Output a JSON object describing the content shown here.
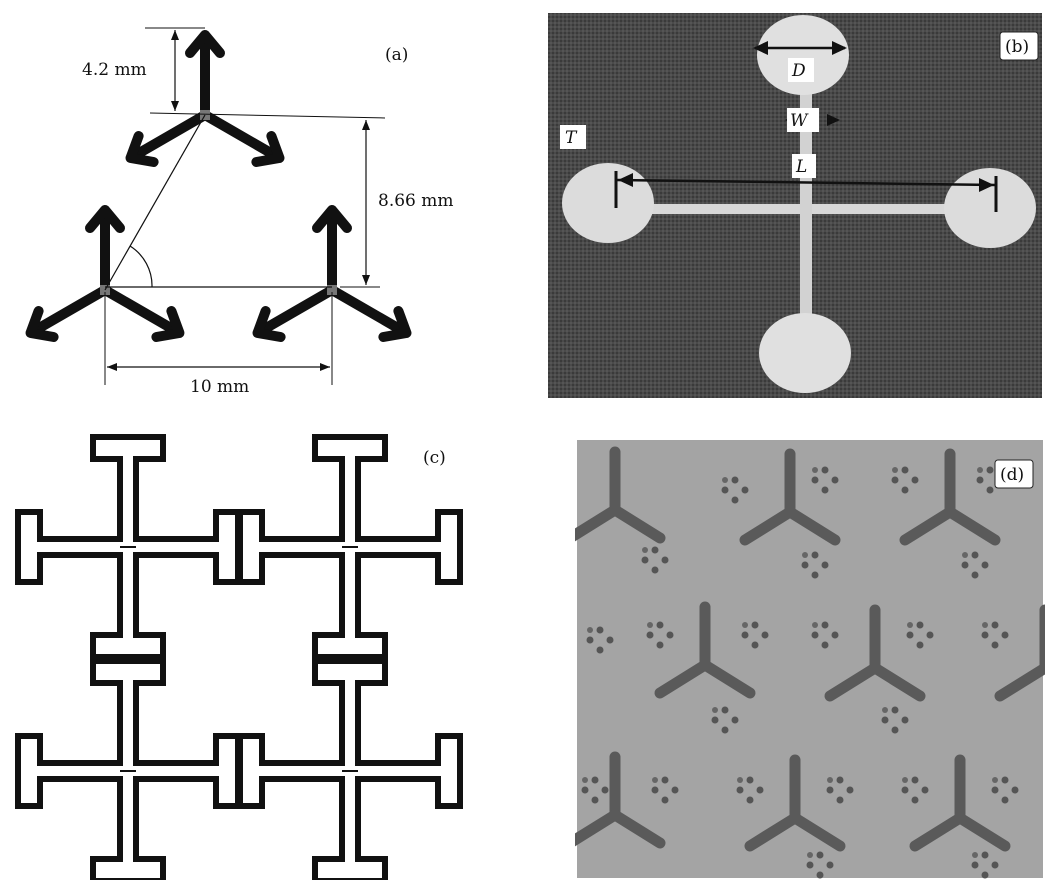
{
  "panels": {
    "a": {
      "tag": "(a)",
      "dim_arm_length": "4.2 mm",
      "dim_row_height": "8.66 mm",
      "dim_spacing": "10 mm"
    },
    "b": {
      "tag": "(b)",
      "label_d": "D",
      "label_w": "W",
      "label_l": "L",
      "label_t": "T"
    },
    "c": {
      "tag": "(c)"
    },
    "d": {
      "tag": "(d)"
    }
  }
}
